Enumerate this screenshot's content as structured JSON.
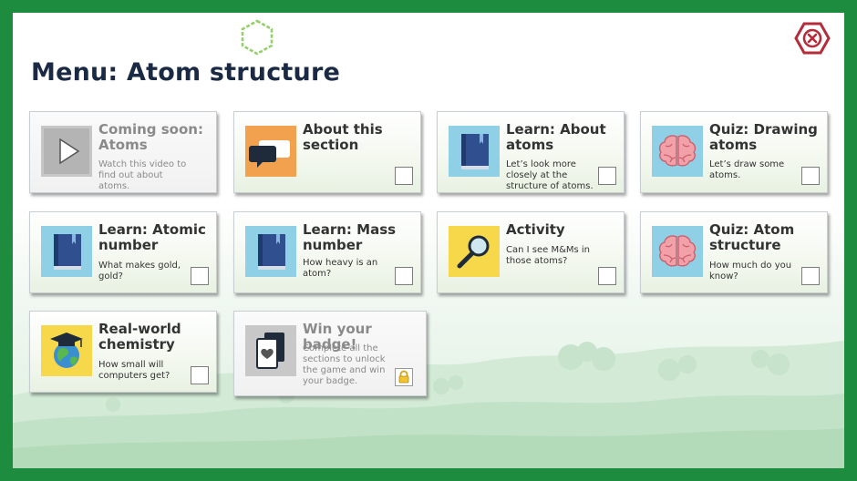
{
  "page": {
    "title": "Menu: Atom structure"
  },
  "colors": {
    "frame": "#1d8c3f",
    "close": "#b42d3b",
    "title": "#1b2a44",
    "hex_logo": "#93d06b"
  },
  "cards": [
    {
      "title": "Coming soon: Atoms",
      "desc": "Watch this video to find out about atoms.",
      "icon": "play-icon",
      "disabled": true
    },
    {
      "title": "About this section",
      "desc": "",
      "icon": "speech-bubbles-icon",
      "disabled": false
    },
    {
      "title": "Learn: About atoms",
      "desc": "Let’s look more closely at the structure of atoms.",
      "icon": "book-icon",
      "disabled": false
    },
    {
      "title": "Quiz: Drawing atoms",
      "desc": "Let’s draw some atoms.",
      "icon": "brain-icon",
      "disabled": false
    },
    {
      "title": "Learn: Atomic number",
      "desc": "What makes gold, gold?",
      "icon": "book-icon",
      "disabled": false
    },
    {
      "title": "Learn: Mass number",
      "desc": "How heavy is an atom?",
      "icon": "book-icon",
      "disabled": false
    },
    {
      "title": "Activity",
      "desc": "Can I see M&Ms in those atoms?",
      "icon": "magnifier-icon",
      "disabled": false
    },
    {
      "title": "Quiz: Atom structure",
      "desc": "How much do you know?",
      "icon": "brain-icon",
      "disabled": false
    },
    {
      "title": "Real-world chemistry",
      "desc": "How small will computers get?",
      "icon": "globe-graduate-icon",
      "disabled": false
    },
    {
      "title": "Win your badge!",
      "desc": "Complete all the sections to unlock the game and win your badge.",
      "icon": "badge-cards-icon",
      "disabled": true,
      "locked": true
    }
  ]
}
